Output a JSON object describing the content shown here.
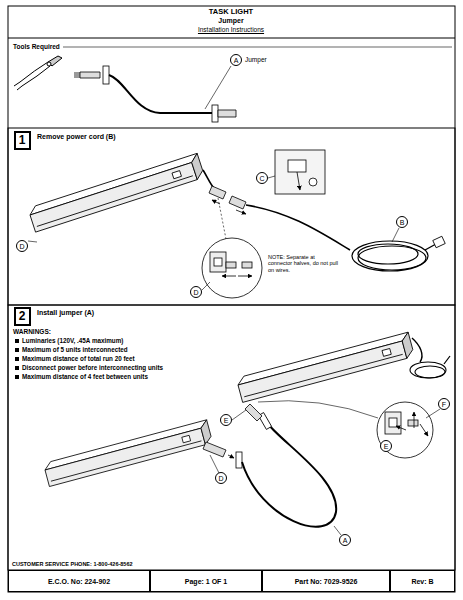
{
  "diagram": {
    "title": "TASK LIGHT",
    "nodes": [
      {
        "text": [
          "A"
        ]
      },
      {
        "text": [
          "1"
        ]
      },
      {
        "text": [
          "C"
        ]
      },
      {
        "text": [
          "B"
        ]
      },
      {
        "text": [
          "D"
        ]
      },
      {
        "text": [
          "D"
        ]
      },
      {
        "text": [
          "2"
        ]
      },
      {
        "text": [
          "F"
        ]
      },
      {
        "text": [
          "E"
        ]
      },
      {
        "text": [
          "E"
        ]
      },
      {
        "text": [
          "D"
        ]
      },
      {
        "text": [
          "A"
        ]
      },
      {
        "text": [
          "E.C.O. No: 224-902"
        ]
      },
      {
        "text": [
          "Page: 1 OF 1"
        ]
      },
      {
        "text": [
          "Part No: 7029-9526"
        ]
      },
      {
        "text": [
          "Rev: B"
        ]
      }
    ],
    "labels": [
      "Jumper",
      "Installation Instructions",
      "Tools Required",
      "Jumper",
      "Remove power cord (B)",
      "NOTE: Separate at connector halves, do not pull on wires.",
      "Install jumper (A)",
      "WARNINGS:",
      "Luminaries (120V, .45A maximum)",
      "Maximum of 5 units interconnected",
      "Maximum distance of total run 20 feet",
      "Disconnect power before interconnecting units",
      "Maximum distance of 4 feet between units",
      "CUSTOMER SERVICE PHONE: 1-800-426-8562"
    ]
  }
}
